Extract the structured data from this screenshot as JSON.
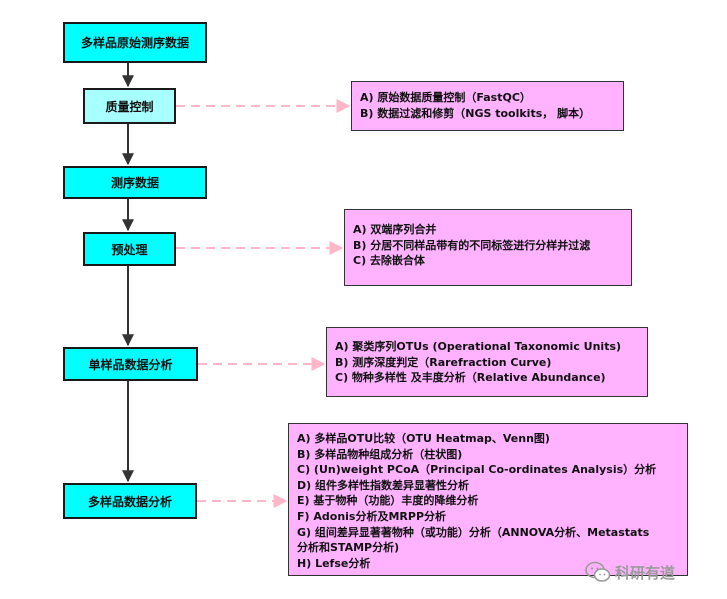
{
  "steps": [
    {
      "id": "raw",
      "label": "多样品原始测序数据"
    },
    {
      "id": "qc",
      "label": "质量控制"
    },
    {
      "id": "seq",
      "label": "测序数据"
    },
    {
      "id": "pre",
      "label": "预处理"
    },
    {
      "id": "single",
      "label": "单样品数据分析"
    },
    {
      "id": "multi",
      "label": "多样品数据分析"
    }
  ],
  "notes": {
    "qc": [
      "A) 原始数据质量控制（FastQC）",
      "B) 数据过滤和修剪（NGS toolkits， 脚本）"
    ],
    "pre": [
      "A) 双端序列合并",
      "B) 分居不同样品带有的不同标签进行分样并过滤",
      "C) 去除嵌合体"
    ],
    "single": [
      "A) 聚类序列OTUs (Operational Taxonomic Units)",
      "B) 测序深度判定（Rarefraction Curve)",
      "C) 物种多样性 及丰度分析（Relative Abundance)"
    ],
    "multi": [
      "A) 多样品OTU比较（OTU Heatmap、Venn图)",
      "B) 多样品物种组成分析（柱状图)",
      "C) (Un)weight PCoA（Principal Co-ordinates Analysis）分析",
      "D) 组件多样性指数差异显著性分析",
      "E) 基于物种（功能）丰度的降维分析",
      "F) Adonis分析及MRPP分析",
      "G) 组间差异显著著物种（或功能）分析（ANNOVA分析、Metastats",
      "分析和STAMP分析)",
      "H) Lefse分析"
    ]
  },
  "watermark": {
    "text": "科研有道",
    "icon": "wechat-icon"
  },
  "colors": {
    "step_fill": "#00ffff",
    "step_fill_light": "#a8ffff",
    "note_fill": "#ffb3ff",
    "dashed_connector": "#ffb6c8"
  }
}
